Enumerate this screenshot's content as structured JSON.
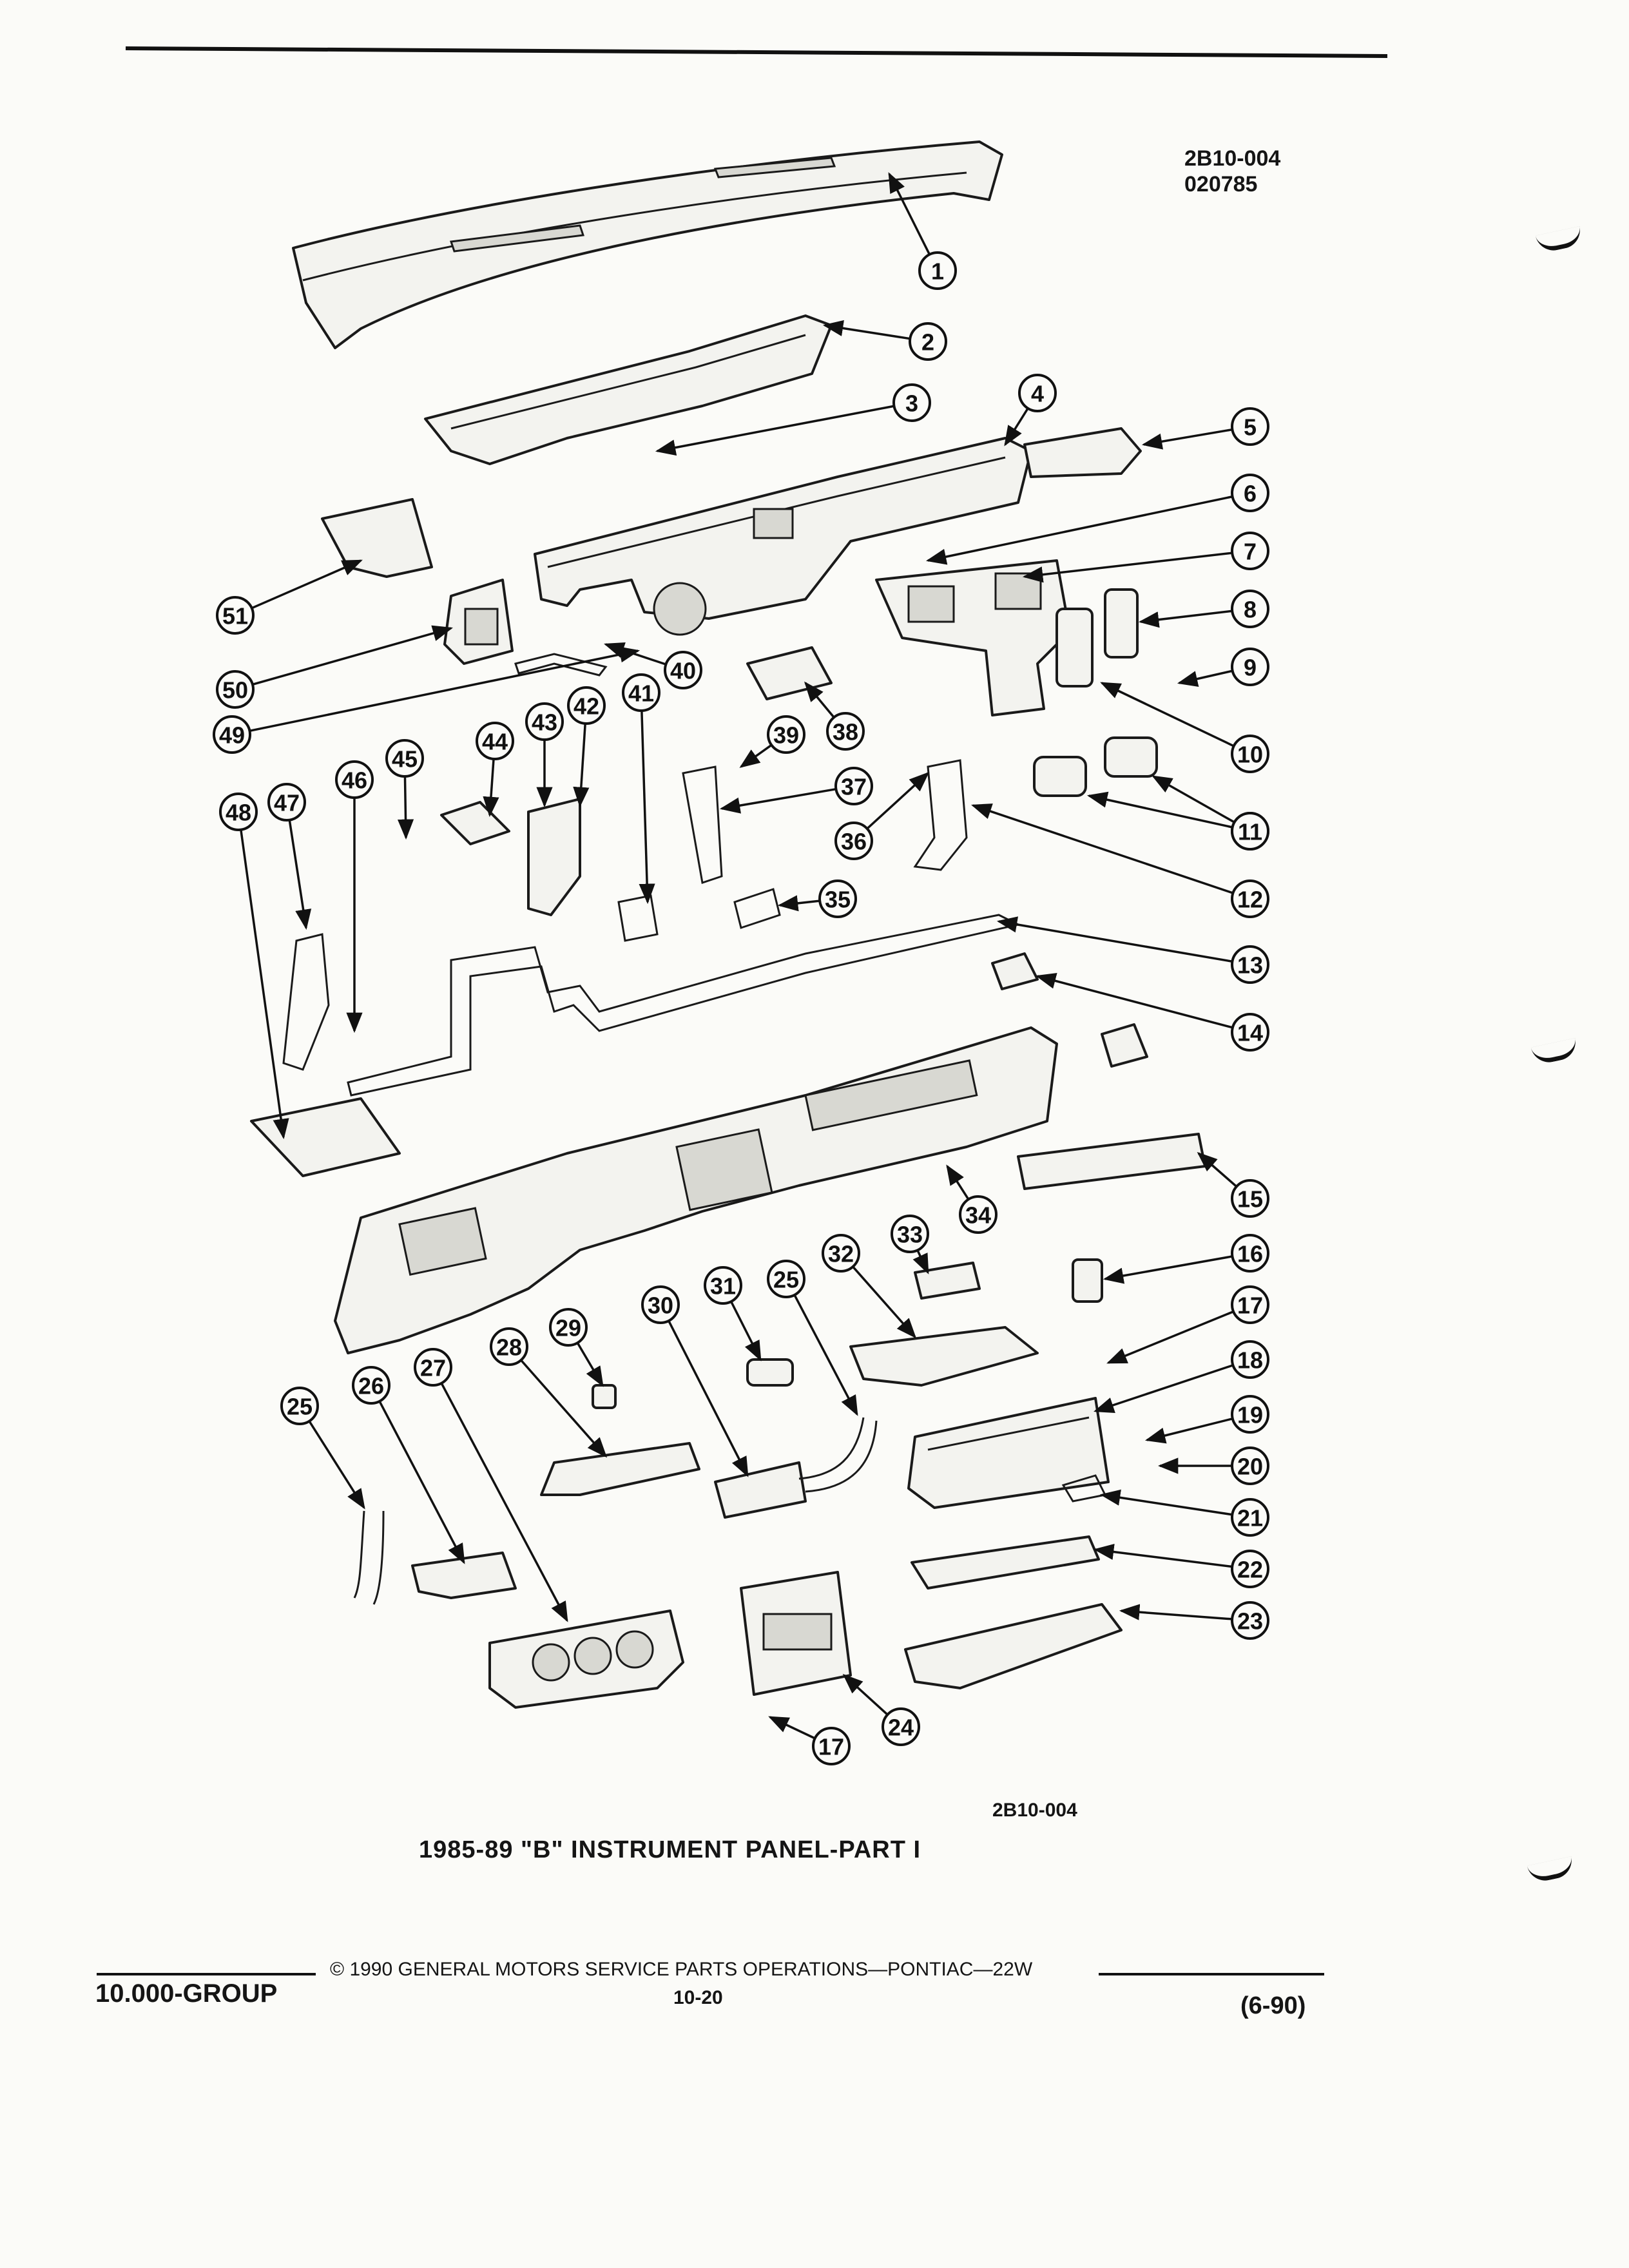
{
  "header": {
    "ref_code": "2B10-004",
    "ref_date": "020785"
  },
  "figure": {
    "code": "2B10-004",
    "title": "1985-89 \"B\" INSTRUMENT PANEL-PART I"
  },
  "callouts": [
    "1",
    "2",
    "3",
    "4",
    "5",
    "6",
    "7",
    "8",
    "9",
    "10",
    "11",
    "11",
    "12",
    "13",
    "14",
    "15",
    "16",
    "17",
    "18",
    "19",
    "20",
    "21",
    "22",
    "23",
    "24",
    "17",
    "25",
    "25",
    "26",
    "27",
    "28",
    "29",
    "30",
    "31",
    "32",
    "33",
    "34",
    "35",
    "36",
    "37",
    "38",
    "39",
    "40",
    "41",
    "42",
    "43",
    "44",
    "45",
    "46",
    "47",
    "48",
    "49",
    "50",
    "51"
  ],
  "footer": {
    "group": "10.000-GROUP",
    "copyright": "© 1990 GENERAL MOTORS SERVICE PARTS OPERATIONS—PONTIAC—22W",
    "page": "10-20",
    "date": "(6-90)"
  }
}
